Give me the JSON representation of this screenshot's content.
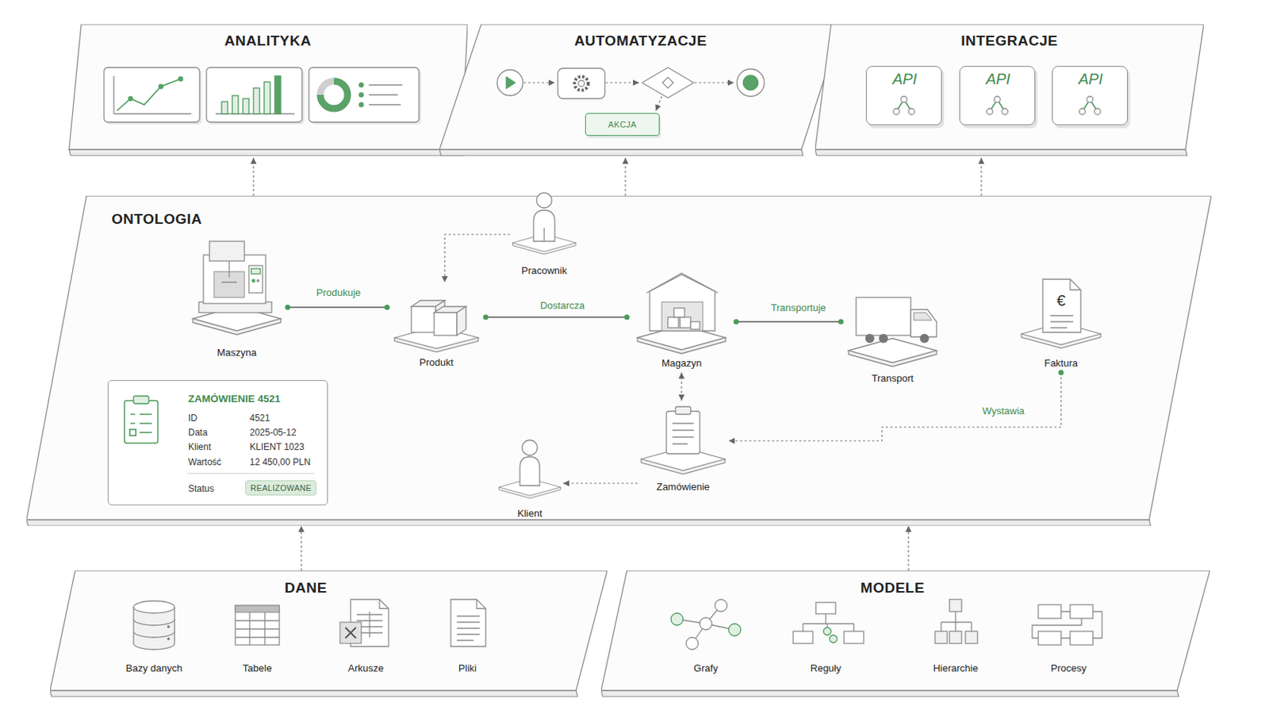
{
  "diagram": {
    "nodes": [
      {
        "text": [
          "ANALITYKA"
        ]
      },
      {
        "text": [
          "AUTOMATYZACJE"
        ]
      },
      {
        "text": [
          "AKCJA"
        ],
        "in": 1
      },
      {
        "text": [
          "INTEGRACJE"
        ]
      },
      {
        "text": [
          "API"
        ],
        "in": 3
      },
      {
        "text": [
          "API"
        ],
        "in": 3
      },
      {
        "text": [
          "API"
        ],
        "in": 3
      },
      {
        "text": [
          "ONTOLOGIA"
        ]
      },
      {
        "text": [
          "Pracownik"
        ],
        "in": 7
      },
      {
        "text": [
          "Maszyna"
        ],
        "in": 7
      },
      {
        "text": [
          "Produkt"
        ],
        "in": 7
      },
      {
        "text": [
          "Magazyn"
        ],
        "in": 7
      },
      {
        "text": [
          "Transport"
        ],
        "in": 7
      },
      {
        "text": [
          "Faktura"
        ],
        "in": 7
      },
      {
        "text": [
          "ZAMÓWIENIE 4521",
          "ID",
          "4521",
          "Data",
          "2025-05-12",
          "Klient",
          "KLIENT 1023",
          "Wartość",
          "12 450,00 PLN",
          "Status"
        ],
        "in": 7
      },
      {
        "text": [
          "REALIZOWANE"
        ],
        "in": 14
      },
      {
        "text": [
          "Zamówienie"
        ],
        "in": 7
      },
      {
        "text": [
          "Klient"
        ],
        "in": 7
      },
      {
        "text": [
          "DANE"
        ]
      },
      {
        "text": [
          "MODELE"
        ]
      }
    ],
    "edges": [
      {
        "from": 18,
        "to": 7,
        "arrow": "to"
      },
      {
        "from": 19,
        "to": 7,
        "arrow": "to"
      },
      {
        "from": 7,
        "to": 0,
        "arrow": "to"
      },
      {
        "from": 7,
        "to": 1,
        "arrow": "to"
      },
      {
        "from": 7,
        "to": 3,
        "arrow": "to"
      },
      {
        "from": 9,
        "to": 10,
        "label": "Produkuje",
        "arrow": "none"
      },
      {
        "from": 8,
        "to": 10,
        "arrow": "to"
      },
      {
        "from": 10,
        "to": 11,
        "label": "Dostarcza",
        "arrow": "none"
      },
      {
        "from": 11,
        "to": 12,
        "label": "Transportuje",
        "arrow": "none"
      },
      {
        "from": 11,
        "to": 16,
        "arrow": "both"
      },
      {
        "from": 13,
        "to": 16,
        "label": "Wystawia",
        "arrow": "to"
      },
      {
        "from": 16,
        "to": 17,
        "arrow": "to"
      }
    ],
    "labels": [
      "€",
      "Bazy danych",
      "Tabele",
      "Arkusze",
      "Pliki",
      "Grafy",
      "Reguły",
      "Hierarchie",
      "Procesy"
    ]
  }
}
